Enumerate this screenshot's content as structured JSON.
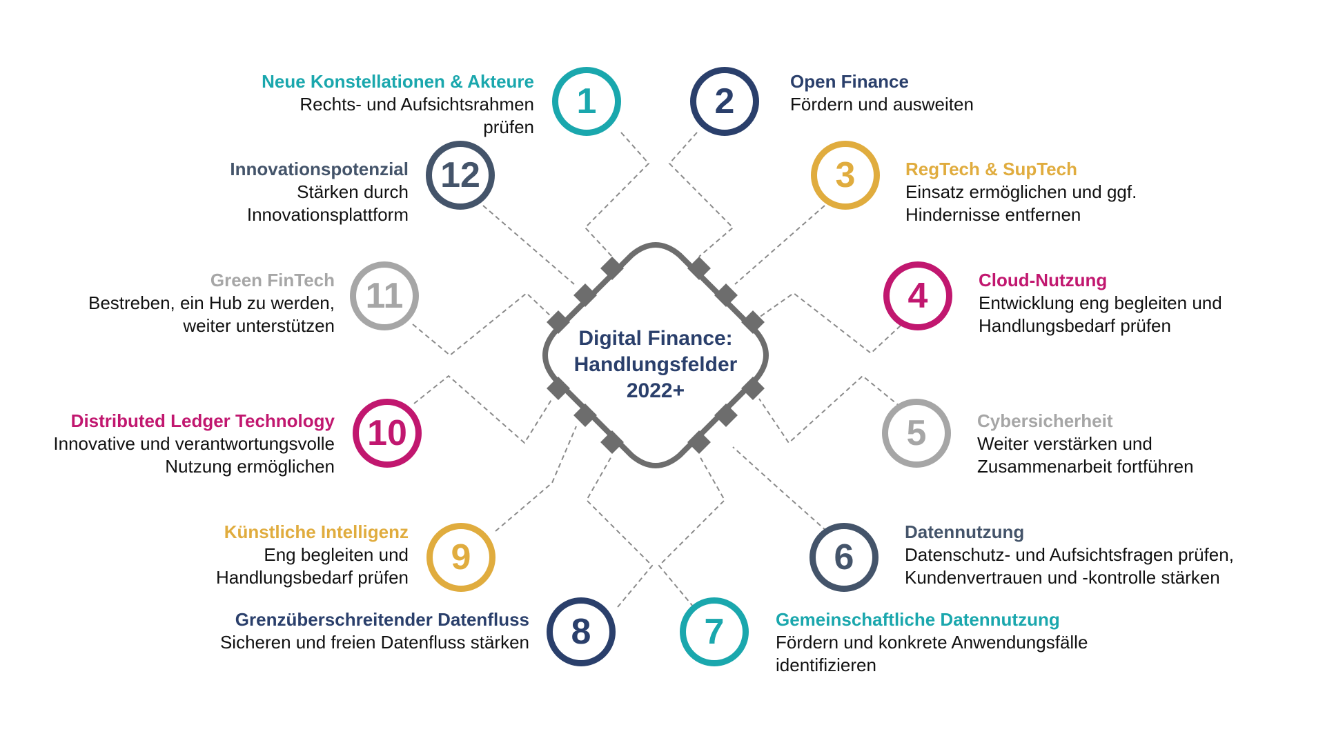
{
  "center": {
    "line1": "Digital Finance:",
    "line2": "Handlungsfelder",
    "line3": "2022+"
  },
  "colors": {
    "teal": "#1aa7ad",
    "navy": "#2a3f6b",
    "gold": "#e0ac3e",
    "magenta": "#c1176f",
    "gray": "#a6a6a6",
    "slate": "#44546a",
    "chip": "#6d6d6d",
    "wire": "#8a8a8a"
  },
  "fields": [
    {
      "number": "1",
      "title": "Neue Konstellationen & Akteure",
      "description": "Rechts- und Aufsichtsrahmen\nprüfen",
      "color": "#1aa7ad"
    },
    {
      "number": "2",
      "title": "Open Finance",
      "description": "Fördern und ausweiten",
      "color": "#2a3f6b"
    },
    {
      "number": "3",
      "title": "RegTech & SupTech",
      "description": "Einsatz ermöglichen und ggf.\nHindernisse entfernen",
      "color": "#e0ac3e"
    },
    {
      "number": "4",
      "title": "Cloud-Nutzung",
      "description": "Entwicklung eng begleiten und\nHandlungsbedarf prüfen",
      "color": "#c1176f"
    },
    {
      "number": "5",
      "title": "Cybersicherheit",
      "description": "Weiter verstärken und\nZusammenarbeit fortführen",
      "color": "#a6a6a6"
    },
    {
      "number": "6",
      "title": "Datennutzung",
      "description": "Datenschutz- und Aufsichtsfragen prüfen,\nKundenvertrauen und -kontrolle stärken",
      "color": "#44546a"
    },
    {
      "number": "7",
      "title": "Gemeinschaftliche Datennutzung",
      "description": "Fördern und konkrete Anwendungsfälle\nidentifizieren",
      "color": "#1aa7ad"
    },
    {
      "number": "8",
      "title": "Grenzüberschreitender Datenfluss",
      "description": "Sicheren und freien Datenfluss stärken",
      "color": "#2a3f6b"
    },
    {
      "number": "9",
      "title": "Künstliche Intelligenz",
      "description": "Eng begleiten und\nHandlungsbedarf prüfen",
      "color": "#e0ac3e"
    },
    {
      "number": "10",
      "title": "Distributed Ledger Technology",
      "description": "Innovative und verantwortungsvolle\nNutzung ermöglichen",
      "color": "#c1176f"
    },
    {
      "number": "11",
      "title": "Green FinTech",
      "description": "Bestreben, ein Hub zu werden,\nweiter unterstützen",
      "color": "#a6a6a6"
    },
    {
      "number": "12",
      "title": "Innovationspotenzial",
      "description": "Stärken durch\nInnovationsplattform",
      "color": "#44546a"
    }
  ]
}
